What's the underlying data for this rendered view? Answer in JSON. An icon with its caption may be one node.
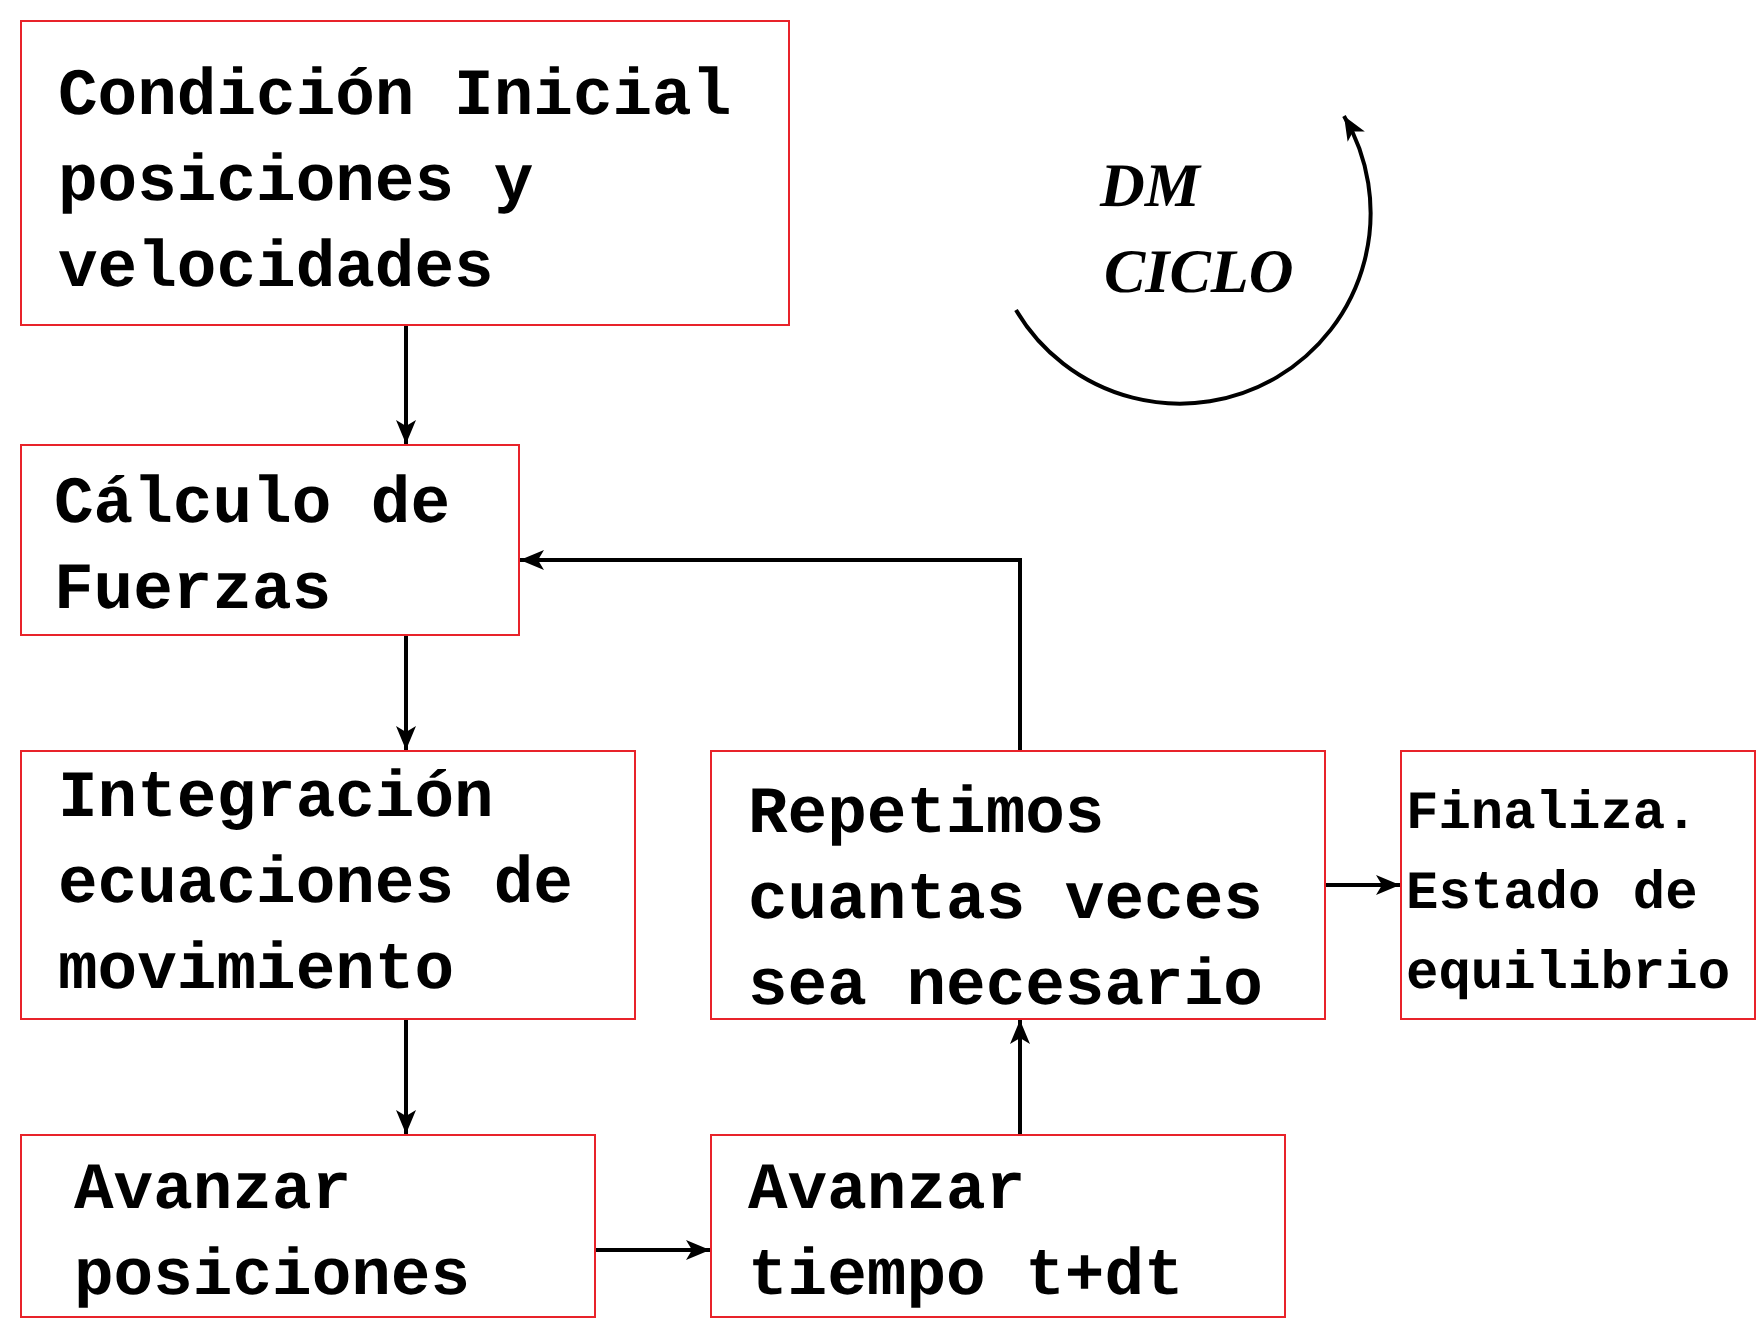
{
  "diagram": {
    "nodes": [
      {
        "text": [
          "Condición Inicial posiciones y velocidades"
        ]
      },
      {
        "text": [
          "Cálculo de Fuerzas"
        ]
      },
      {
        "text": [
          "Integración ecuaciones de movimiento"
        ]
      },
      {
        "text": [
          "Avanzar posiciones"
        ]
      },
      {
        "text": [
          "Avanzar tiempo t+dt"
        ]
      },
      {
        "text": [
          "Repetimos cuantas veces sea necesario"
        ]
      },
      {
        "text": [
          "Finaliza. Estado de equilibrio"
        ]
      }
    ],
    "edges": [
      {
        "from": 0,
        "to": 1,
        "arrow": "to"
      },
      {
        "from": 1,
        "to": 2,
        "arrow": "to"
      },
      {
        "from": 2,
        "to": 3,
        "arrow": "to"
      },
      {
        "from": 3,
        "to": 4,
        "arrow": "to"
      },
      {
        "from": 4,
        "to": 5,
        "arrow": "to"
      },
      {
        "from": 5,
        "to": 1,
        "arrow": "to"
      },
      {
        "from": 5,
        "to": 6,
        "arrow": "to"
      }
    ],
    "labels": [
      "DM",
      "CICLO"
    ]
  }
}
